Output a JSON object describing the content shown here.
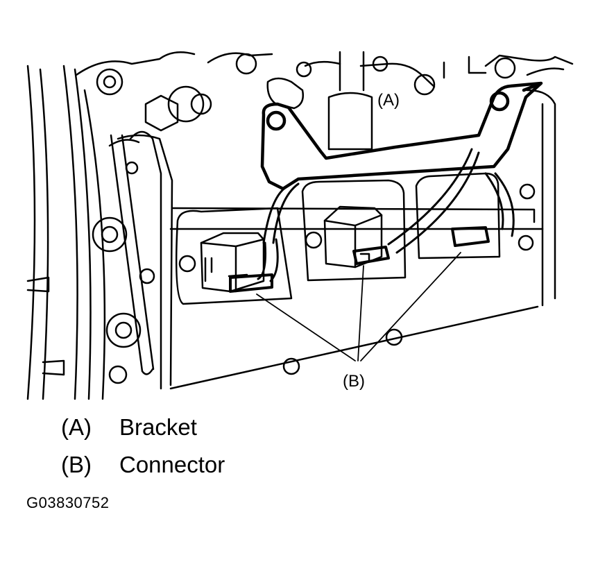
{
  "callouts": {
    "a": "(A)",
    "b": "(B)"
  },
  "legend": [
    {
      "key": "(A)",
      "label": "Bracket"
    },
    {
      "key": "(B)",
      "label": "Connector"
    }
  ],
  "figure_id": "G03830752",
  "colors": {
    "ink": "#000000",
    "paper": "#ffffff"
  }
}
